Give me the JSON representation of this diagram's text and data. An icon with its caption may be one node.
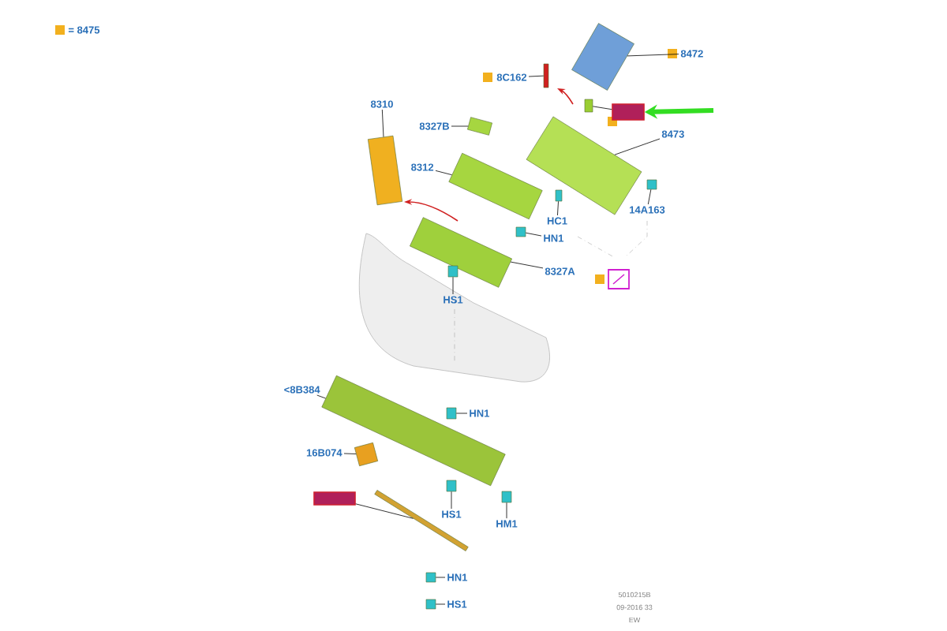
{
  "diagram": {
    "nodes": [
      {
        "text": [
          "8472"
        ]
      },
      {
        "text": [],
        "shape": "picture"
      },
      {
        "text": [
          "8C162"
        ]
      },
      {
        "text": [],
        "shape": "box"
      },
      {
        "text": [],
        "shape": "box"
      },
      {
        "text": [],
        "shape": "box"
      },
      {
        "text": [
          "8310"
        ]
      },
      {
        "text": [],
        "shape": "picture"
      },
      {
        "text": [
          "8327B"
        ]
      },
      {
        "text": [],
        "shape": "picture"
      },
      {
        "text": [
          "8473"
        ]
      },
      {
        "text": [],
        "shape": "picture"
      },
      {
        "text": [
          "8312"
        ]
      },
      {
        "text": [],
        "shape": "picture"
      },
      {
        "text": [
          "HC1"
        ]
      },
      {
        "text": [],
        "shape": "box"
      },
      {
        "text": [
          "14A163"
        ]
      },
      {
        "text": [],
        "shape": "box"
      },
      {
        "text": [
          "HN1"
        ]
      },
      {
        "text": [],
        "shape": "box"
      },
      {
        "text": [
          "8327A"
        ]
      },
      {
        "text": [],
        "shape": "picture"
      },
      {
        "text": [
          "HS1"
        ]
      },
      {
        "text": [],
        "shape": "box"
      },
      {
        "text": [],
        "shape": "box"
      },
      {
        "text": [
          "<8B384"
        ]
      },
      {
        "text": [],
        "shape": "picture"
      },
      {
        "text": [
          "HN1"
        ]
      },
      {
        "text": [],
        "shape": "box"
      },
      {
        "text": [
          "16B074"
        ]
      },
      {
        "text": [],
        "shape": "picture"
      },
      {
        "text": [],
        "shape": "box"
      },
      {
        "text": [],
        "shape": "picture"
      },
      {
        "text": [
          "HS1"
        ]
      },
      {
        "text": [],
        "shape": "box"
      },
      {
        "text": [
          "HM1"
        ]
      },
      {
        "text": [],
        "shape": "box"
      },
      {
        "text": [
          "HN1"
        ]
      },
      {
        "text": [],
        "shape": "box"
      },
      {
        "text": [
          "HS1"
        ]
      },
      {
        "text": [],
        "shape": "box"
      }
    ],
    "edges": [
      {
        "from": 0,
        "to": 1,
        "arrow": "none"
      },
      {
        "from": 2,
        "to": 3,
        "arrow": "none"
      },
      {
        "from": 4,
        "to": 5,
        "arrow": "none"
      },
      {
        "from": 6,
        "to": 7,
        "arrow": "none"
      },
      {
        "from": 8,
        "to": 9,
        "arrow": "none"
      },
      {
        "from": 10,
        "to": 11,
        "arrow": "none"
      },
      {
        "from": 12,
        "to": 13,
        "arrow": "none"
      },
      {
        "from": 14,
        "to": 15,
        "arrow": "none"
      },
      {
        "from": 16,
        "to": 17,
        "arrow": "none"
      },
      {
        "from": 18,
        "to": 19,
        "arrow": "none"
      },
      {
        "from": 20,
        "to": 21,
        "arrow": "none"
      },
      {
        "from": 22,
        "to": 23,
        "arrow": "none"
      },
      {
        "from": 25,
        "to": 26,
        "arrow": "none"
      },
      {
        "from": 27,
        "to": 28,
        "arrow": "none"
      },
      {
        "from": 29,
        "to": 30,
        "arrow": "none"
      },
      {
        "from": 31,
        "to": 32,
        "arrow": "none"
      },
      {
        "from": 33,
        "to": 34,
        "arrow": "none"
      },
      {
        "from": 35,
        "to": 36,
        "arrow": "none"
      },
      {
        "from": 37,
        "to": 38,
        "arrow": "none"
      },
      {
        "from": 39,
        "to": 40,
        "arrow": "none"
      },
      {
        "from": null,
        "to": 4,
        "arrow": "to",
        "style": "thick",
        "color": "#33dd22"
      }
    ],
    "labels": [
      "5010215B",
      "09-2016 33",
      "EW"
    ],
    "legend": [
      {
        "text": "= 8475",
        "color": "#f2b01e"
      }
    ]
  }
}
